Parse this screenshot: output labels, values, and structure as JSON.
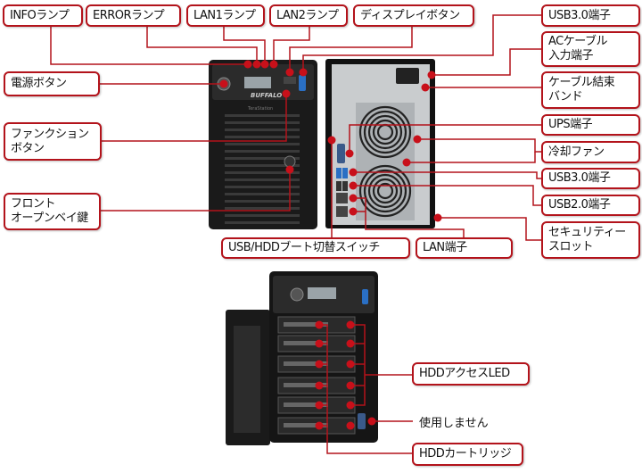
{
  "colors": {
    "accent": "#b3131b",
    "device": "#151515"
  },
  "labels": {
    "info": "INFOランプ",
    "error": "ERRORランプ",
    "lan1": "LAN1ランプ",
    "lan2": "LAN2ランプ",
    "display": "ディスプレイボタン",
    "usb30_top": "USB3.0端子",
    "ac": "ACケーブル\n入力端子",
    "cable_band": "ケーブル結束\nバンド",
    "power": "電源ボタン",
    "function": "ファンクション\nボタン",
    "front_key": "フロント\nオープンベイ鍵",
    "ups": "UPS端子",
    "fan": "冷却ファン",
    "usb30": "USB3.0端子",
    "usb20": "USB2.0端子",
    "security": "セキュリティー\nスロット",
    "boot_switch": "USB/HDDブート切替スイッチ",
    "lan": "LAN端子",
    "hdd_led": "HDDアクセスLED",
    "unused": "使用しません",
    "hdd_cartridge": "HDDカートリッジ"
  },
  "device": {
    "brand": "BUFFALO",
    "model": "TeraStation"
  }
}
